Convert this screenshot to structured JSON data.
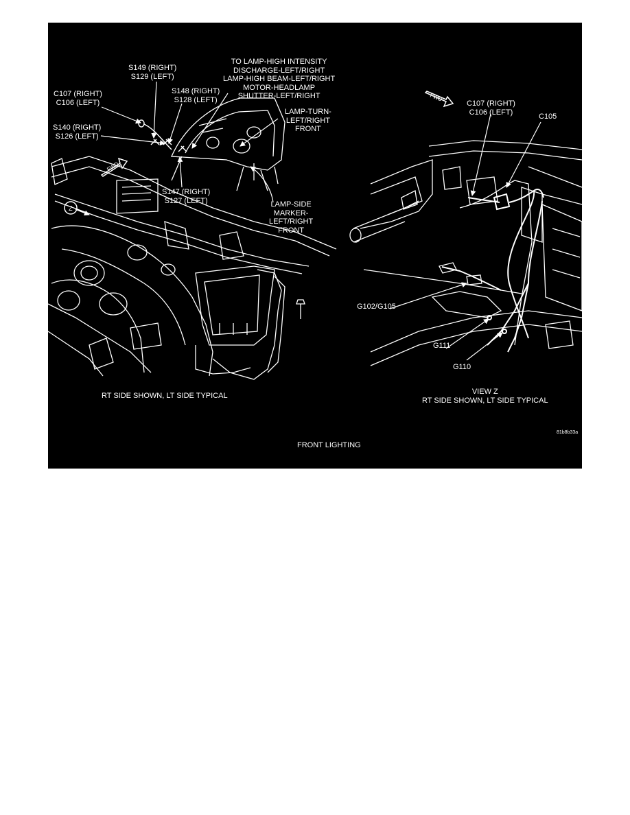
{
  "figure": {
    "title": "FRONT LIGHTING",
    "code": "81b8b33a",
    "colors": {
      "background": "#000000",
      "line": "#ffffff"
    }
  },
  "left_view": {
    "caption": "RT SIDE SHOWN, LT SIDE TYPICAL",
    "fwd_label": "FWD",
    "z_label": "Z",
    "callouts": {
      "s149": "S149 (RIGHT)\nS129 (LEFT)",
      "c107": "C107 (RIGHT)\nC106 (LEFT)",
      "s140": "S140 (RIGHT)\nS126 (LEFT)",
      "s148": "S148 (RIGHT)\nS128 (LEFT)",
      "to_lamp": "TO LAMP-HIGH INTENSITY\nDISCHARGE-LEFT/RIGHT\nLAMP-HIGH BEAM-LEFT/RIGHT\nMOTOR-HEADLAMP\nSHUTTER-LEFT/RIGHT",
      "lamp_turn": "LAMP-TURN-\nLEFT/RIGHT\nFRONT",
      "s147": "S147 (RIGHT)\nS127 (LEFT)",
      "lamp_side": "LAMP-SIDE\nMARKER-\nLEFT/RIGHT\nFRONT"
    }
  },
  "right_view": {
    "caption": "VIEW Z\nRT SIDE SHOWN, LT SIDE TYPICAL",
    "fwd_label": "FWD",
    "callouts": {
      "c107": "C107 (RIGHT)\nC106 (LEFT)",
      "c105": "C105",
      "g102": "G102/G105",
      "g111": "G111",
      "g110": "G110"
    }
  }
}
